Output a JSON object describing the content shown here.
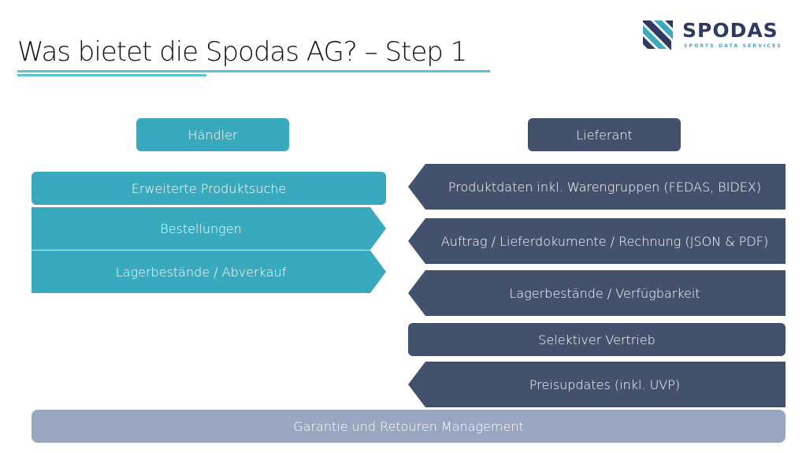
{
  "slide": {
    "title": "Was bietet die Spodas AG? – Step 1"
  },
  "logo": {
    "name": "SPODAS",
    "tagline": "SPORTS DATA SERVICES",
    "colors": {
      "primary": "#2f3a63",
      "accent": "#3aa8bd"
    }
  },
  "haendler": {
    "header": "Händler",
    "items": [
      "Erweiterte Produktsuche",
      "Bestellungen",
      "Lagerbestände / Abverkauf"
    ],
    "color": "#39aabe"
  },
  "lieferant": {
    "header": "Lieferant",
    "items": [
      "Produktdaten inkl. Warengruppen (FEDAS, BIDEX)",
      "Auftrag / Lieferdokumente / Rechnung (JSON & PDF)",
      "Lagerbestände / Verfügbarkeit",
      "Selektiver Vertrieb",
      "Preisupdates (inkl. UVP)"
    ],
    "color": "#44516d"
  },
  "shared": {
    "label": "Garantie und Retouren Management",
    "color": "#9aa6c1"
  }
}
